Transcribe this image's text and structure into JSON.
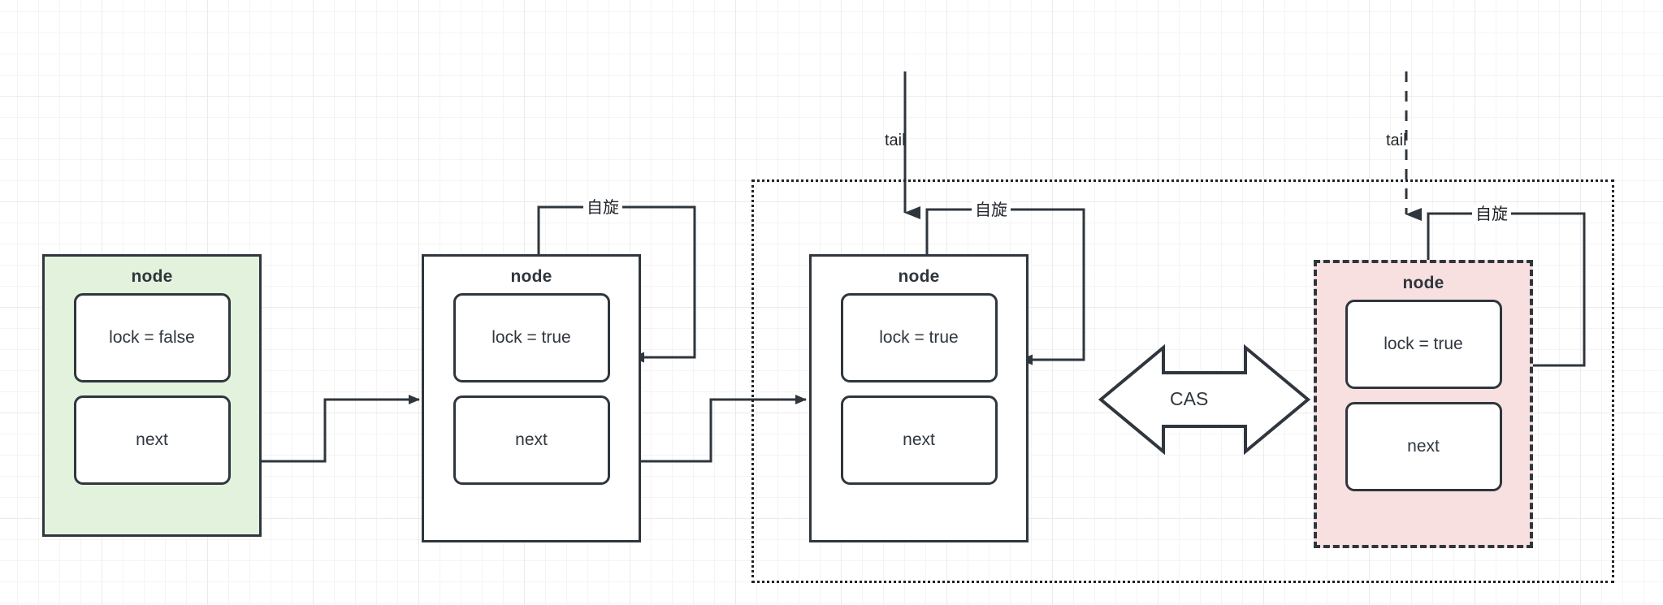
{
  "diagram": {
    "title": "CLH queue lock node chain with CAS",
    "node_label": "node",
    "spin_label": "自旋",
    "tail_label": "tail",
    "cas_label": "CAS",
    "colors": {
      "stroke": "#2f363d",
      "green_fill": "#e3f2dc",
      "pink_fill": "#f9e0e0",
      "grid_minor": "#f4f4f4",
      "grid_major": "#ebebeb",
      "background": "#ffffff"
    },
    "nodes": [
      {
        "id": "node-1",
        "title": "node",
        "fill": "green",
        "border": "solid",
        "lock_field": "lock = false",
        "next_field": "next",
        "has_spin_loop": false,
        "has_tail_pointer": false
      },
      {
        "id": "node-2",
        "title": "node",
        "fill": "white",
        "border": "solid",
        "lock_field": "lock = true",
        "next_field": "next",
        "has_spin_loop": true,
        "has_tail_pointer": false
      },
      {
        "id": "node-3",
        "title": "node",
        "fill": "white",
        "border": "solid",
        "lock_field": "lock = true",
        "next_field": "next",
        "has_spin_loop": true,
        "has_tail_pointer": true,
        "tail_style": "solid"
      },
      {
        "id": "node-4",
        "title": "node",
        "fill": "pink",
        "border": "dashed",
        "lock_field": "lock = true",
        "next_field": "next",
        "has_spin_loop": true,
        "has_tail_pointer": true,
        "tail_style": "dashed"
      }
    ],
    "connectors": [
      {
        "from": "node-1.next",
        "to": "node-2",
        "style": "solid",
        "arrow": true
      },
      {
        "from": "node-2.next",
        "to": "node-3",
        "style": "solid",
        "arrow": true
      }
    ],
    "cas": {
      "label": "CAS",
      "between": [
        "node-3",
        "node-4"
      ],
      "shape": "double-headed-arrow"
    },
    "region": {
      "style": "dotted",
      "contains": [
        "node-3",
        "node-4",
        "CAS"
      ]
    }
  }
}
